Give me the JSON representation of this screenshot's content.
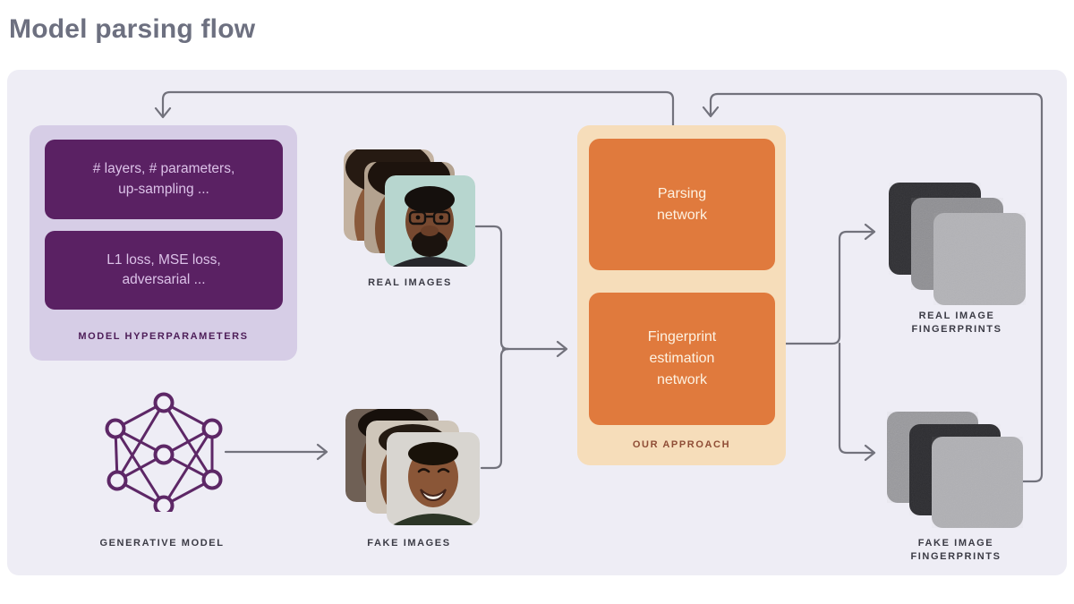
{
  "title": "Model parsing flow",
  "colors": {
    "panel_background": "#eeedf5",
    "purple_container": "#d6cde6",
    "purple_box": "#5a2163",
    "purple_box_text": "#dcc2e8",
    "purple_label": "#4d1d58",
    "orange_container": "#f6ddba",
    "orange_box": "#e07a3d",
    "orange_box_text": "#fdf2e2",
    "orange_label": "#8f4d36",
    "arrow": "#72727c",
    "caption_text": "#3b3b45",
    "title_text": "#6d7080"
  },
  "hyperparameters": {
    "box1": "# layers, # parameters,\nup-sampling ...",
    "box2": "L1 loss, MSE loss,\nadversarial ...",
    "label": "MODEL HYPERPARAMETERS"
  },
  "generative_model": {
    "label": "GENERATIVE MODEL"
  },
  "real_images": {
    "label": "REAL IMAGES"
  },
  "fake_images": {
    "label": "FAKE IMAGES"
  },
  "approach": {
    "parsing": "Parsing\nnetwork",
    "fingerprint": "Fingerprint\nestimation\nnetwork",
    "label": "OUR APPROACH"
  },
  "real_fingerprints": {
    "label": "REAL IMAGE\nFINGERPRINTS"
  },
  "fake_fingerprints": {
    "label": "FAKE IMAGE\nFINGERPRINTS"
  }
}
